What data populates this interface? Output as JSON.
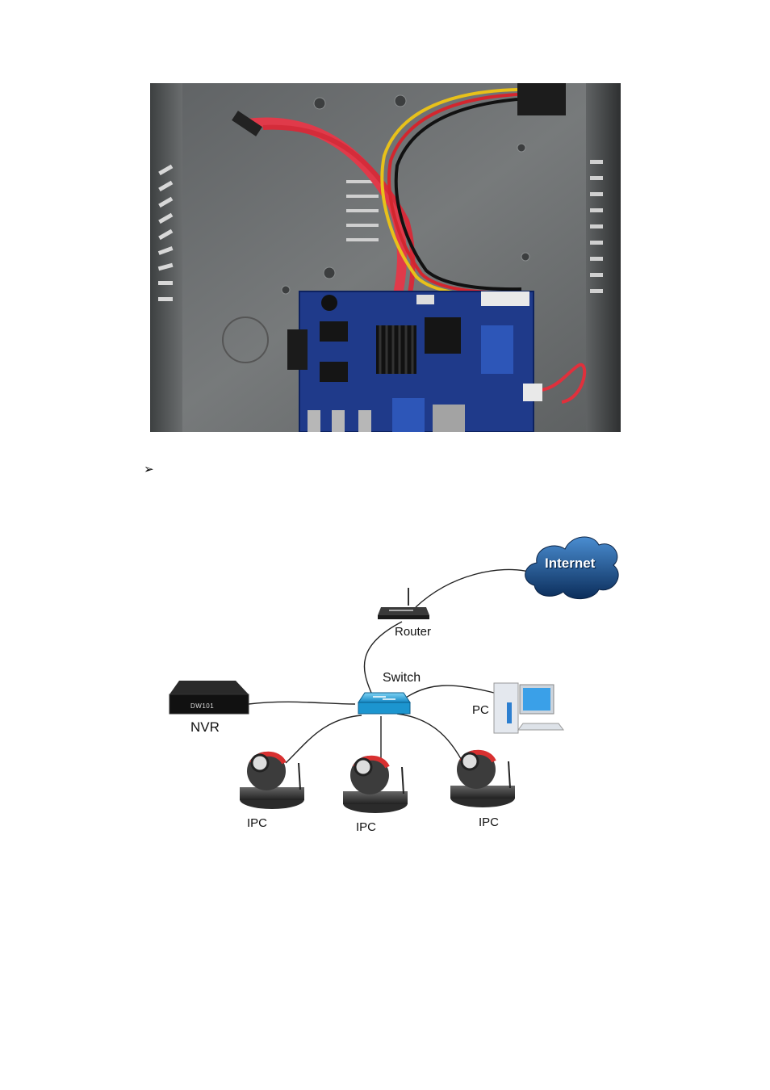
{
  "figure_photo": {
    "description_icon": "nvr-circuit-board-photo-icon"
  },
  "bullet": {
    "symbol": "➢"
  },
  "network_diagram": {
    "cloud_label": "Internet",
    "router_label": "Router",
    "switch_label": "Switch",
    "nvr_label": "NVR",
    "nvr_device_text": "DW101",
    "pc_label": "PC",
    "ipc_labels": [
      "IPC",
      "IPC",
      "IPC"
    ]
  }
}
